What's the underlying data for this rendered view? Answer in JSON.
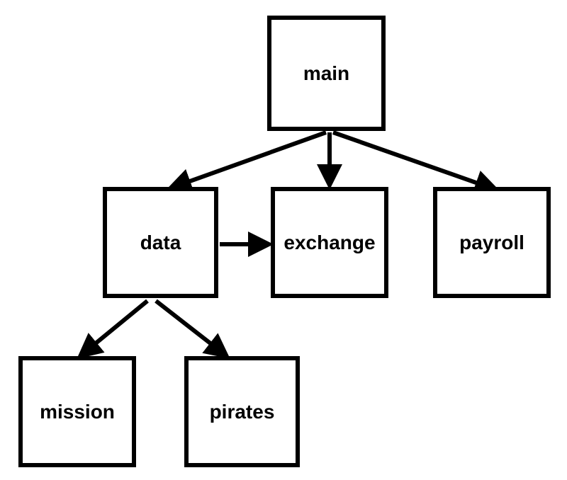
{
  "diagram": {
    "nodes": {
      "main": "main",
      "data": "data",
      "exchange": "exchange",
      "payroll": "payroll",
      "mission": "mission",
      "pirates": "pirates"
    },
    "edges": [
      {
        "from": "main",
        "to": "data"
      },
      {
        "from": "main",
        "to": "exchange"
      },
      {
        "from": "main",
        "to": "payroll"
      },
      {
        "from": "data",
        "to": "exchange"
      },
      {
        "from": "data",
        "to": "mission"
      },
      {
        "from": "data",
        "to": "pirates"
      }
    ],
    "colors": {
      "stroke": "#000000",
      "background": "#ffffff"
    }
  }
}
